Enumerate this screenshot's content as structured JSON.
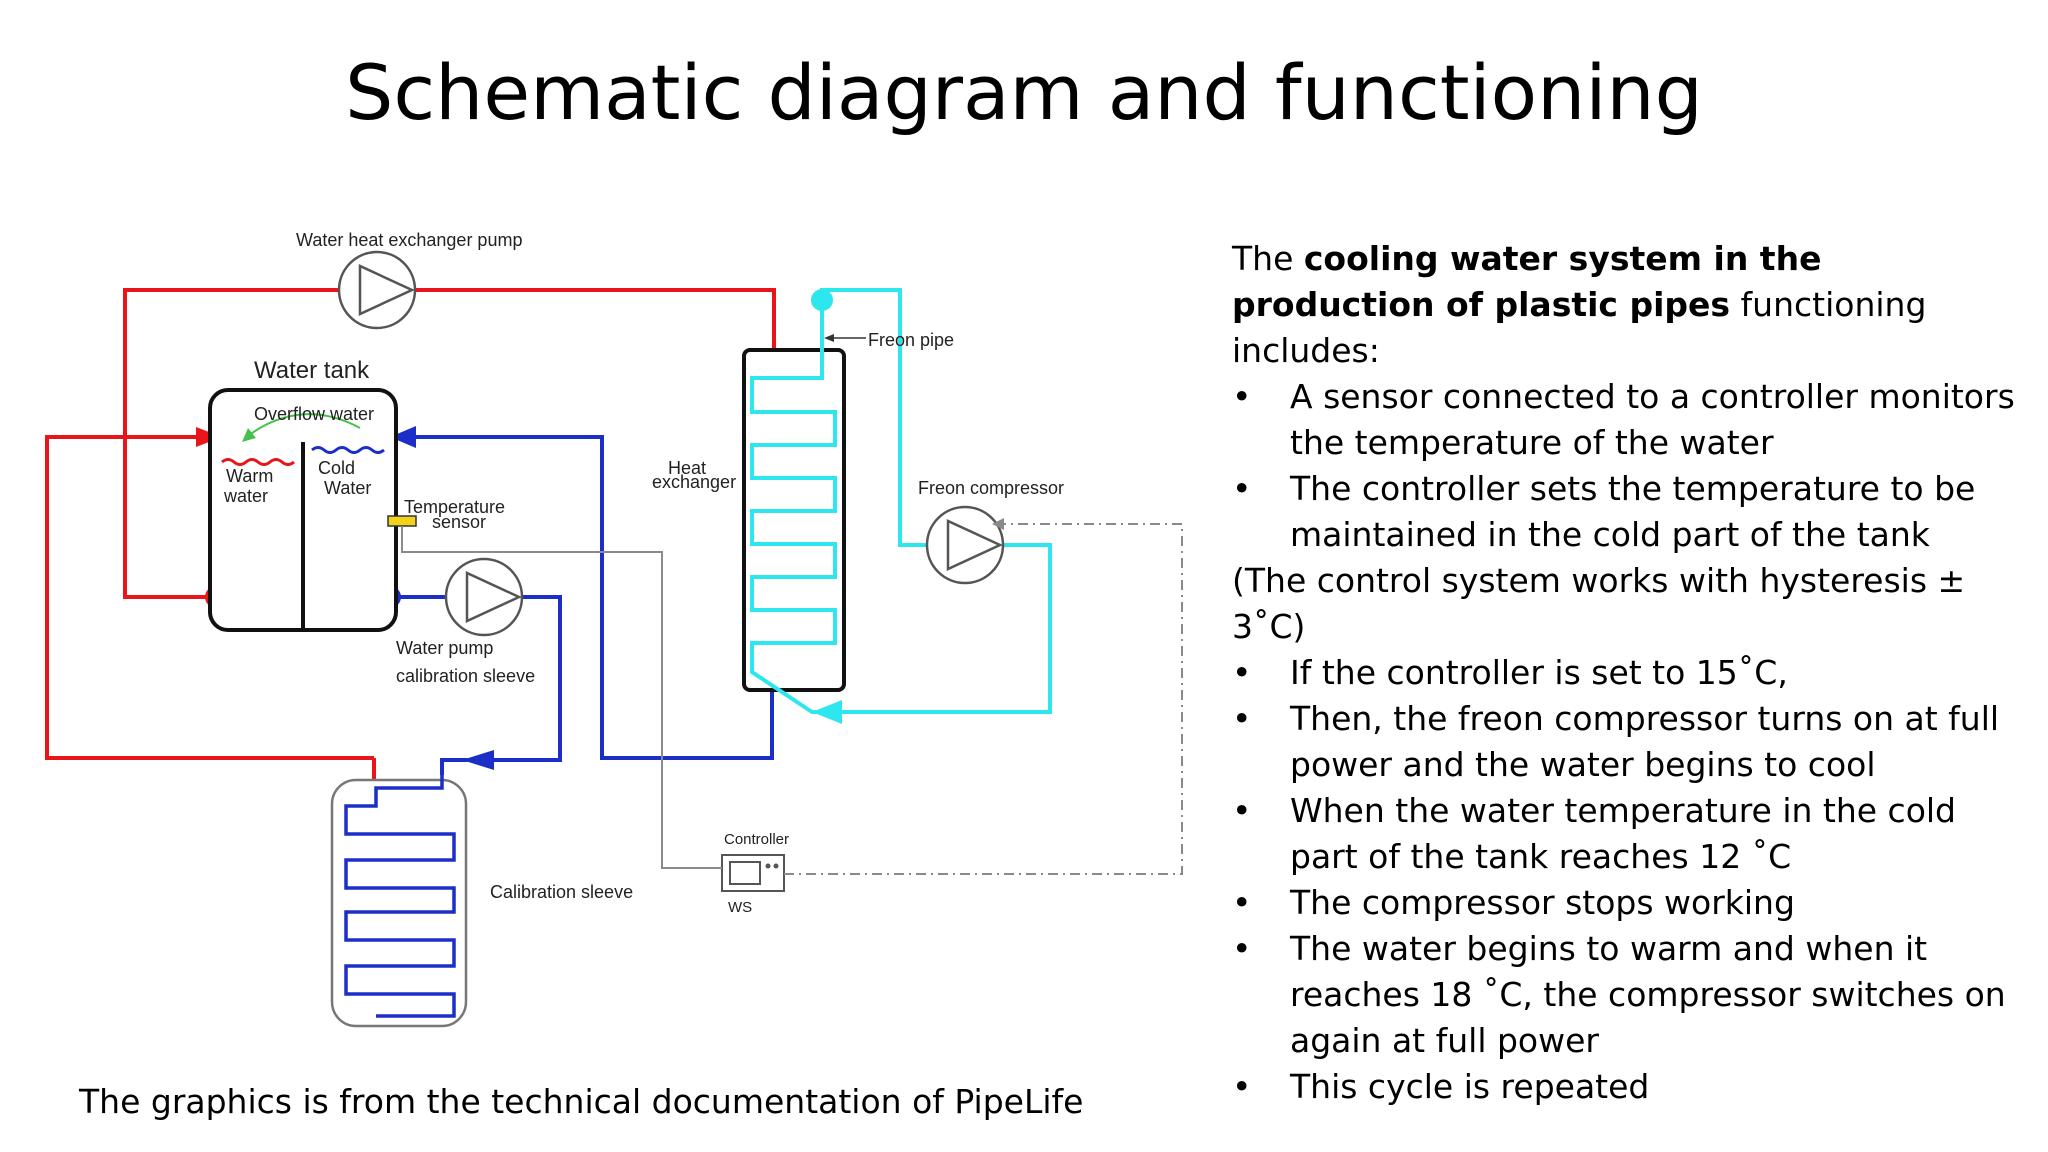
{
  "slide": {
    "title": "Schematic diagram and functioning",
    "footer": "The graphics is from  the technical  documentation of PipeLife"
  },
  "diagram": {
    "labels": {
      "water_hx_pump": "Water heat exchanger pump",
      "water_tank": "Water tank",
      "overflow_water": "Overflow water",
      "warm_water_1": "Warm",
      "warm_water_2": "water",
      "cold_water_1": "Cold",
      "cold_water_2": "Water",
      "temp_sensor_1": "Temperature",
      "temp_sensor_2": "sensor",
      "water_pump_1": "Water pump",
      "water_pump_2": "calibration sleeve",
      "heat_exchanger_1": "Heat",
      "heat_exchanger_2": "exchanger",
      "freon_pipe": "Freon pipe",
      "freon_compressor": "Freon compressor",
      "calibration_sleeve": "Calibration sleeve",
      "controller": "Controller",
      "ws": "WS"
    },
    "colors": {
      "hot": "#e8161b",
      "cold": "#1b2fc8",
      "freon": "#2ee6ee",
      "gray": "#8a8a8a"
    }
  },
  "description": {
    "intro_plain_1": "The ",
    "intro_bold": "cooling water system in the production of plastic pipes",
    "intro_plain_2": " functioning includes:",
    "bullet_glyph": "•",
    "group_1": [
      "A sensor connected to a controller  monitors the temperature of the water",
      "The controller sets the temperature to be maintained in the cold part of the tank"
    ],
    "note": "(The control system works with hysteresis ± 3˚C)",
    "group_2": [
      "If the controller is set to 15˚C,",
      "Then, the freon compressor turns on at full power and the water begins to cool",
      "When the water temperature in the cold part of the tank reaches 12 ˚C",
      "The compressor stops working",
      "The water begins to warm and when it reaches 18 ˚C, the compressor switches on again at full power",
      "This cycle is repeated"
    ]
  }
}
